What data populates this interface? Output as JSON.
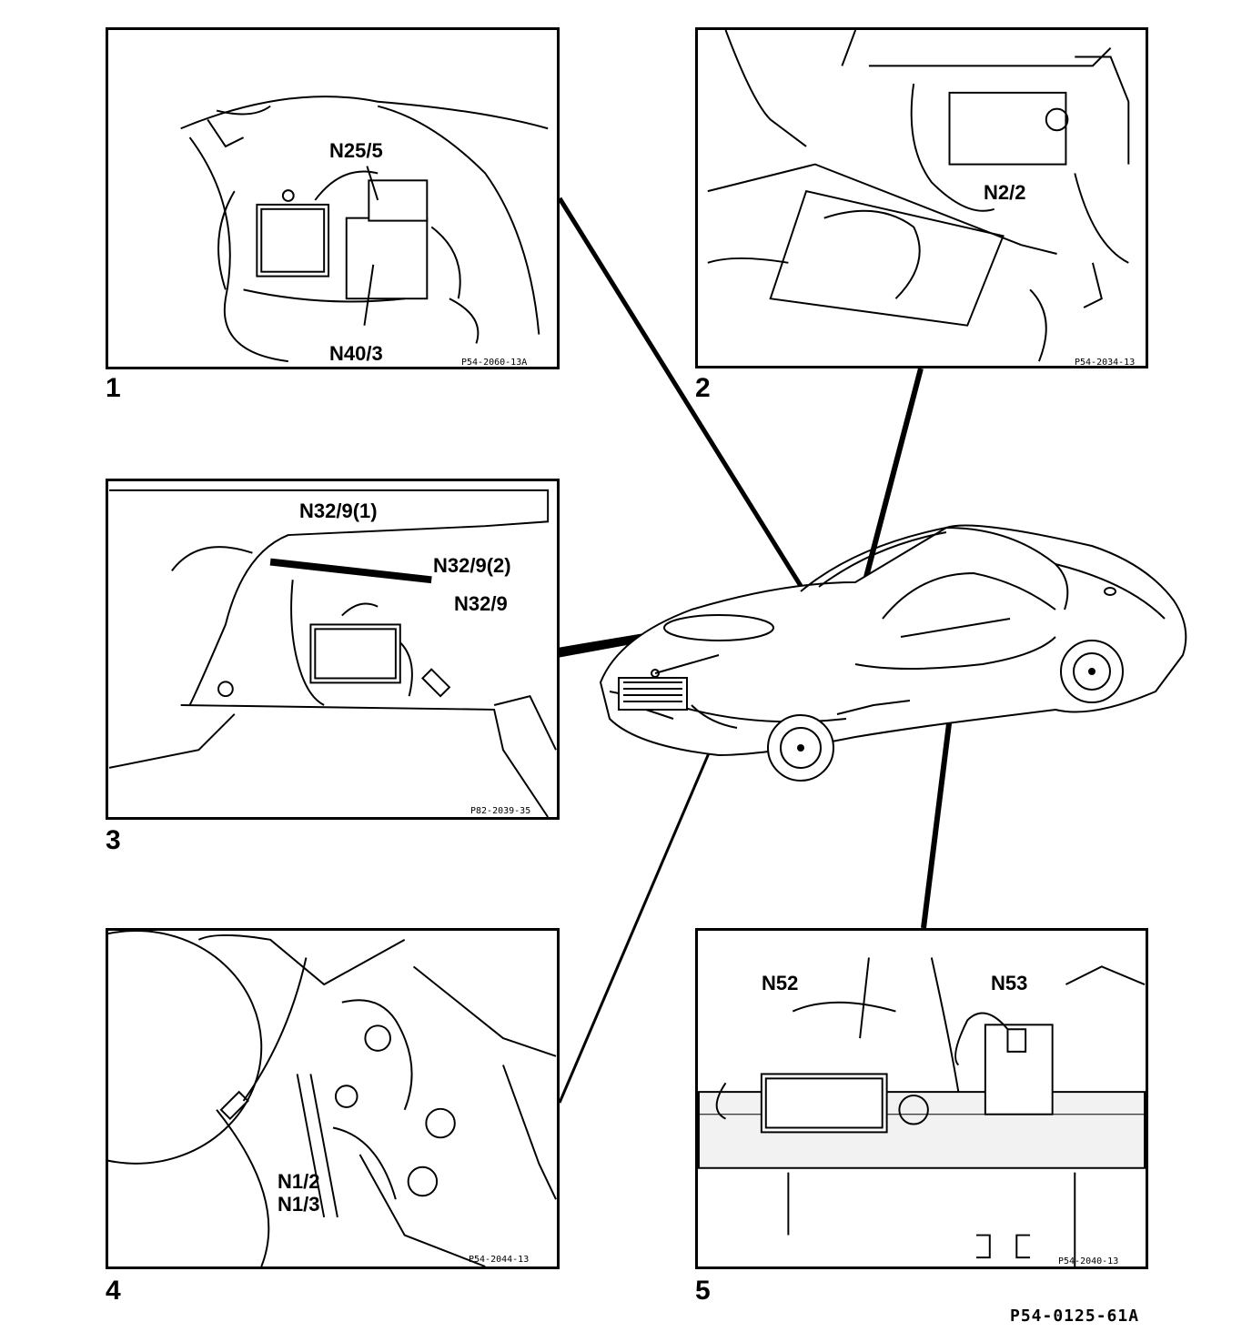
{
  "panels": [
    {
      "number": "1",
      "code": "P54-2060-13A",
      "labels": [
        "N25/5",
        "N40/3"
      ]
    },
    {
      "number": "2",
      "code": "P54-2034-13",
      "labels": [
        "N2/2"
      ]
    },
    {
      "number": "3",
      "code": "P82-2039-35",
      "labels": [
        "N32/9(1)",
        "N32/9(2)",
        "N32/9"
      ]
    },
    {
      "number": "4",
      "code": "P54-2044-13",
      "labels": [
        "N1/2",
        "N1/3"
      ]
    },
    {
      "number": "5",
      "code": "P54-2040-13",
      "labels": [
        "N52",
        "N53"
      ]
    }
  ],
  "figure_code": "P54-0125-61A"
}
